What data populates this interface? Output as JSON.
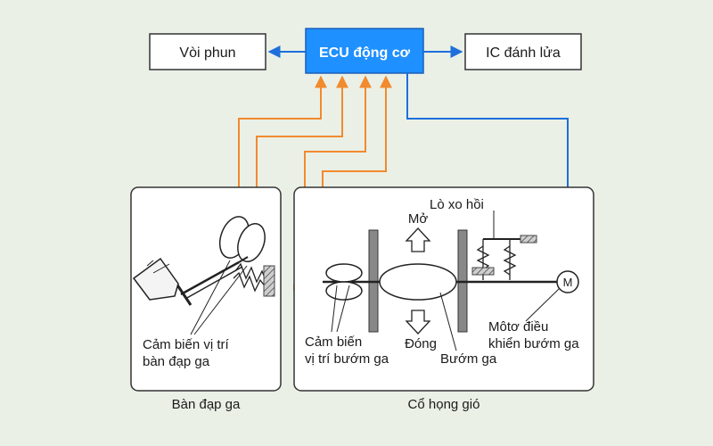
{
  "ecu": {
    "label": "ECU động cơ"
  },
  "injector": {
    "label": "Vòi phun"
  },
  "ignition": {
    "label": "IC đánh lửa"
  },
  "pedal_box": {
    "sensor_label_line1": "Cảm biến vị trí",
    "sensor_label_line2": "bàn đạp ga",
    "caption": "Bàn đạp ga"
  },
  "throttle_box": {
    "spring_label": "Lò xo hồi",
    "open_label": "Mở",
    "close_label": "Đóng",
    "sensor_label_line1": "Cảm biến",
    "sensor_label_line2": "vị trí bướm ga",
    "valve_label": "Bướm ga",
    "motor_label_line1": "Môtơ điều",
    "motor_label_line2": "khiển bướm ga",
    "motor_symbol": "M",
    "caption": "Cổ họng gió"
  },
  "colors": {
    "background": "#eaf0e6",
    "ecu_fill": "#1e90ff",
    "signal_out": "#1e6fdc",
    "sensor_signal": "#f28a2e",
    "mechanical": "#333333"
  }
}
